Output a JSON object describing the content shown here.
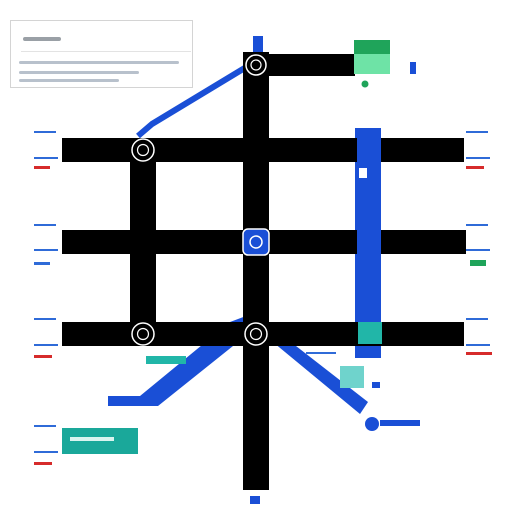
{
  "map": {
    "type": "schematic-transit-map",
    "style": {
      "background": "#ffffff",
      "road": "#000000",
      "route_primary": "#1a4fd6",
      "route_secondary": "#21b6a8",
      "panel_green": "#1fa45a",
      "panel_mint": "#6ee3a6",
      "label_blue": "#2f6bd8",
      "label_red": "#d62b2b"
    },
    "legend_card": {
      "present": true,
      "text_legible": false
    },
    "markers": [
      {
        "name": "marker-top",
        "icon": "station-ring-icon"
      },
      {
        "name": "marker-upper-left",
        "icon": "station-ring-icon"
      },
      {
        "name": "marker-center",
        "icon": "station-ring-filled-icon"
      },
      {
        "name": "marker-lower-left",
        "icon": "station-ring-icon"
      },
      {
        "name": "marker-lower-center",
        "icon": "station-ring-icon"
      }
    ],
    "side_labels": {
      "text_legible": false,
      "colors": [
        "#2f6bd8",
        "#d62b2b",
        "#1fa45a"
      ]
    }
  }
}
